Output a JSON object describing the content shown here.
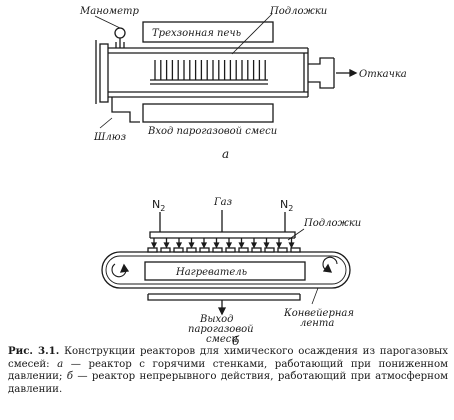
{
  "diagram_a": {
    "manometer_label": "Манометр",
    "furnace_label": "Трехзонная печь",
    "substrates_label": "Подложки",
    "exhaust_label": "Откачка",
    "lock_label": "Шлюз",
    "gas_inlet_label": "Вход парогазовой смеси",
    "sub_label": "а"
  },
  "diagram_b": {
    "n2_left_label": "N",
    "n2_right_label": "N",
    "n2_subscript": "2",
    "gas_label": "Газ",
    "substrates_label": "Подложки",
    "heater_label": "Нагреватель",
    "exhaust_line1": "Выход",
    "exhaust_line2": "парогазовой",
    "exhaust_line3": "смеси",
    "belt_line1": "Конвейерная",
    "belt_line2": "лента",
    "sub_label": "б"
  },
  "caption": {
    "prefix": "Рис. 3.1.",
    "part1": " Конструкции реакторов для химического осаждения из парогазовых смесей: ",
    "a_letter": "а",
    "part2": " — реактор с горячими стенками, работающий при пониженном давлении; ",
    "b_letter": "б",
    "part3": " — реактор непрерывного действия, работающий при атмосферном давлении."
  }
}
